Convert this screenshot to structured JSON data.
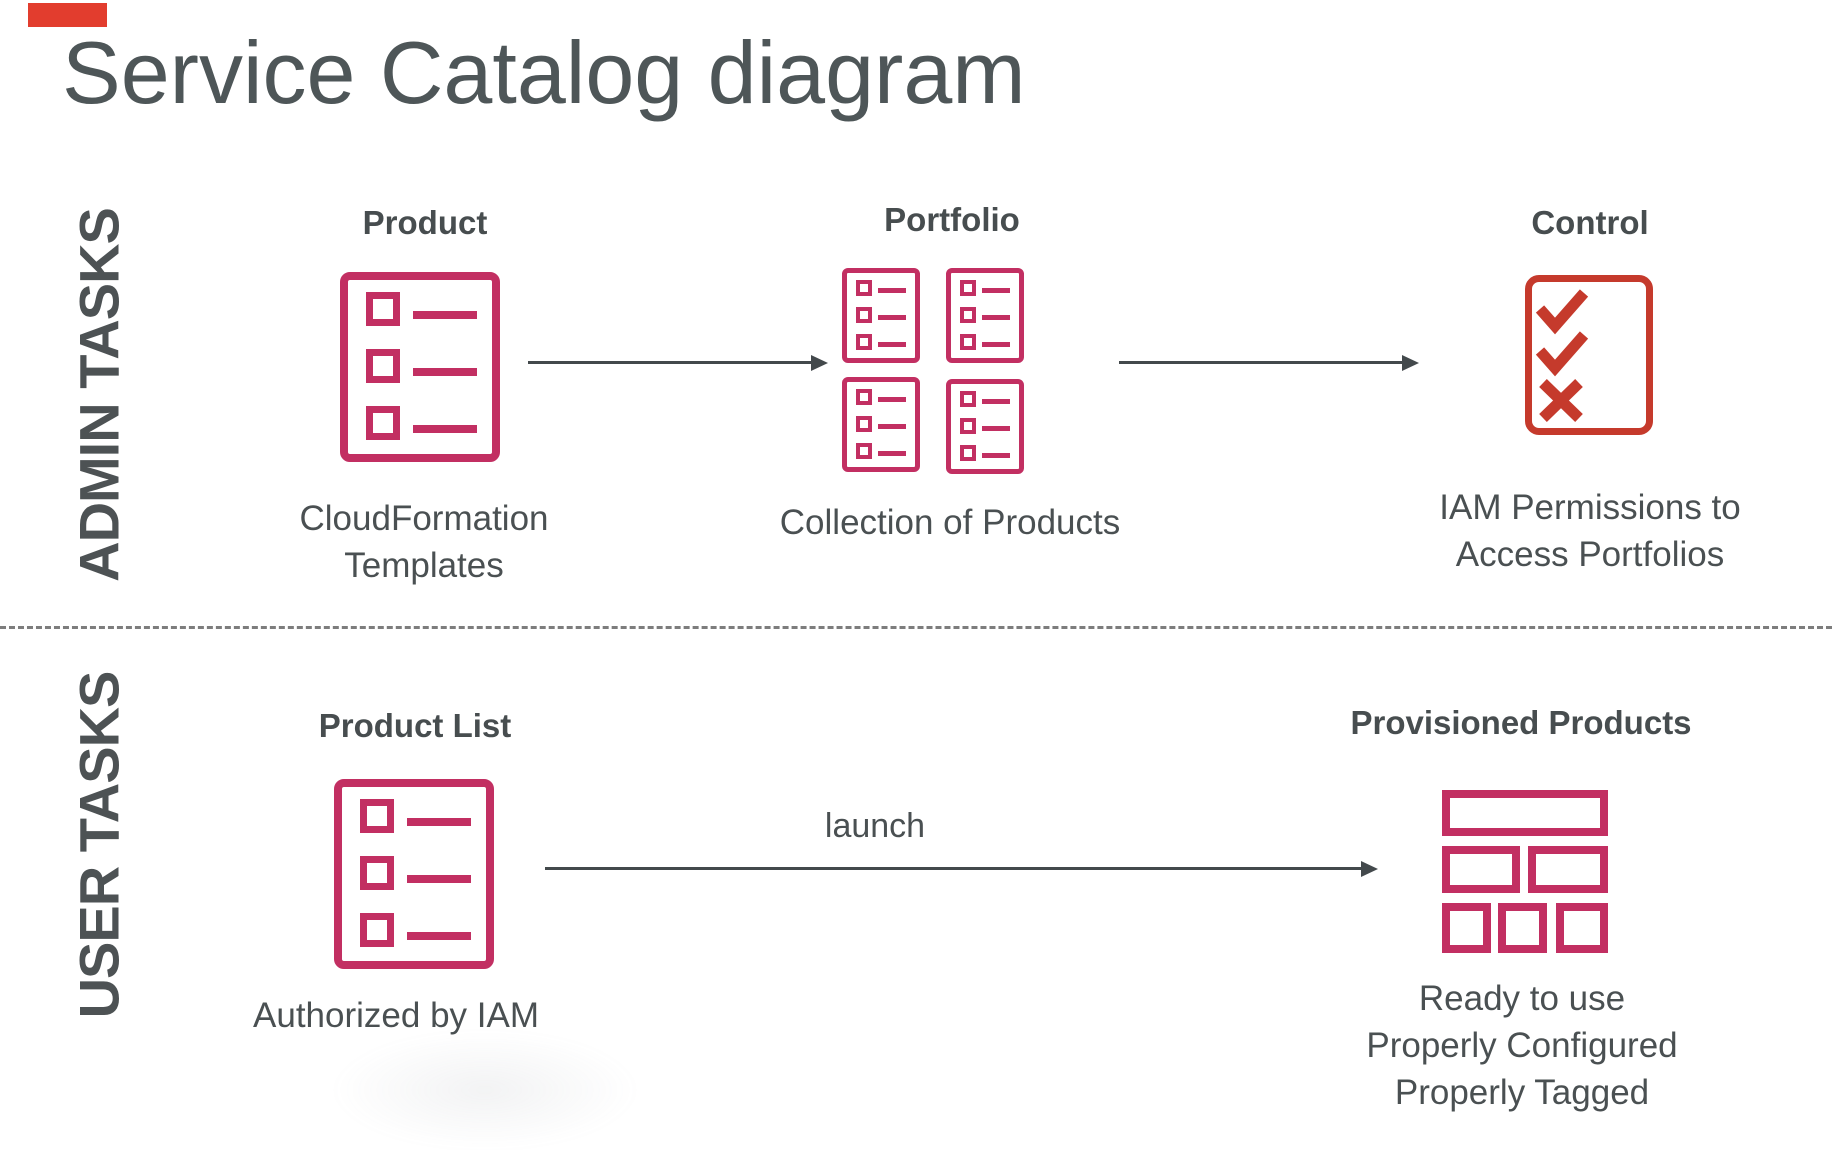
{
  "title": "Service Catalog diagram",
  "colors": {
    "accent_pink": "#c22f62",
    "accent_red": "#c53a2c",
    "corner_red": "#e23d2e",
    "text_dark": "#4a5052",
    "arrow_gray": "#43494c"
  },
  "admin_row": {
    "label": "ADMIN TASKS",
    "product": {
      "title": "Product",
      "icon": "list-document-icon",
      "caption": [
        "CloudFormation",
        "Templates"
      ]
    },
    "portfolio": {
      "title": "Portfolio",
      "icon": "document-grid-icon",
      "caption": [
        "Collection of Products"
      ]
    },
    "control": {
      "title": "Control",
      "icon": "checklist-icon",
      "caption": [
        "IAM Permissions to",
        "Access Portfolios"
      ]
    }
  },
  "user_row": {
    "label": "USER TASKS",
    "product_list": {
      "title": "Product List",
      "icon": "list-document-icon",
      "caption": [
        "Authorized by IAM"
      ]
    },
    "launch_label": "launch",
    "provisioned": {
      "title": "Provisioned Products",
      "icon": "stacked-blocks-icon",
      "caption": [
        "Ready to use",
        "Properly Configured",
        "Properly Tagged"
      ]
    }
  }
}
